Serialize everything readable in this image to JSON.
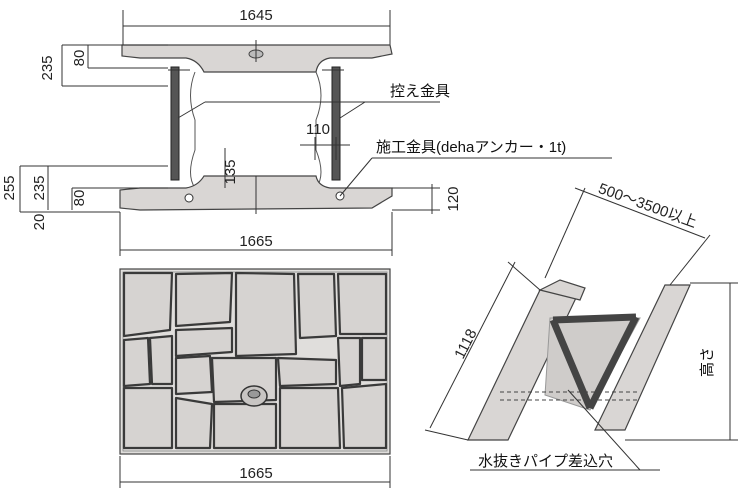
{
  "diagram": {
    "top_view": {
      "width_top": "1645",
      "width_bottom": "1665",
      "height_top_235": "235",
      "height_top_80": "80",
      "height_255": "255",
      "height_235": "235",
      "height_80": "80",
      "height_20": "20",
      "dim_135": "135",
      "dim_110": "110",
      "dim_120": "120"
    },
    "plan_view": {
      "width": "1665"
    },
    "iso_view": {
      "length": "1118",
      "range": "500～3500以上",
      "height_label": "高さ"
    },
    "callouts": {
      "bracket": "控え金具",
      "anchor": "施工金具(dehaアンカー・1t)",
      "drain": "水抜きパイプ差込穴"
    }
  }
}
